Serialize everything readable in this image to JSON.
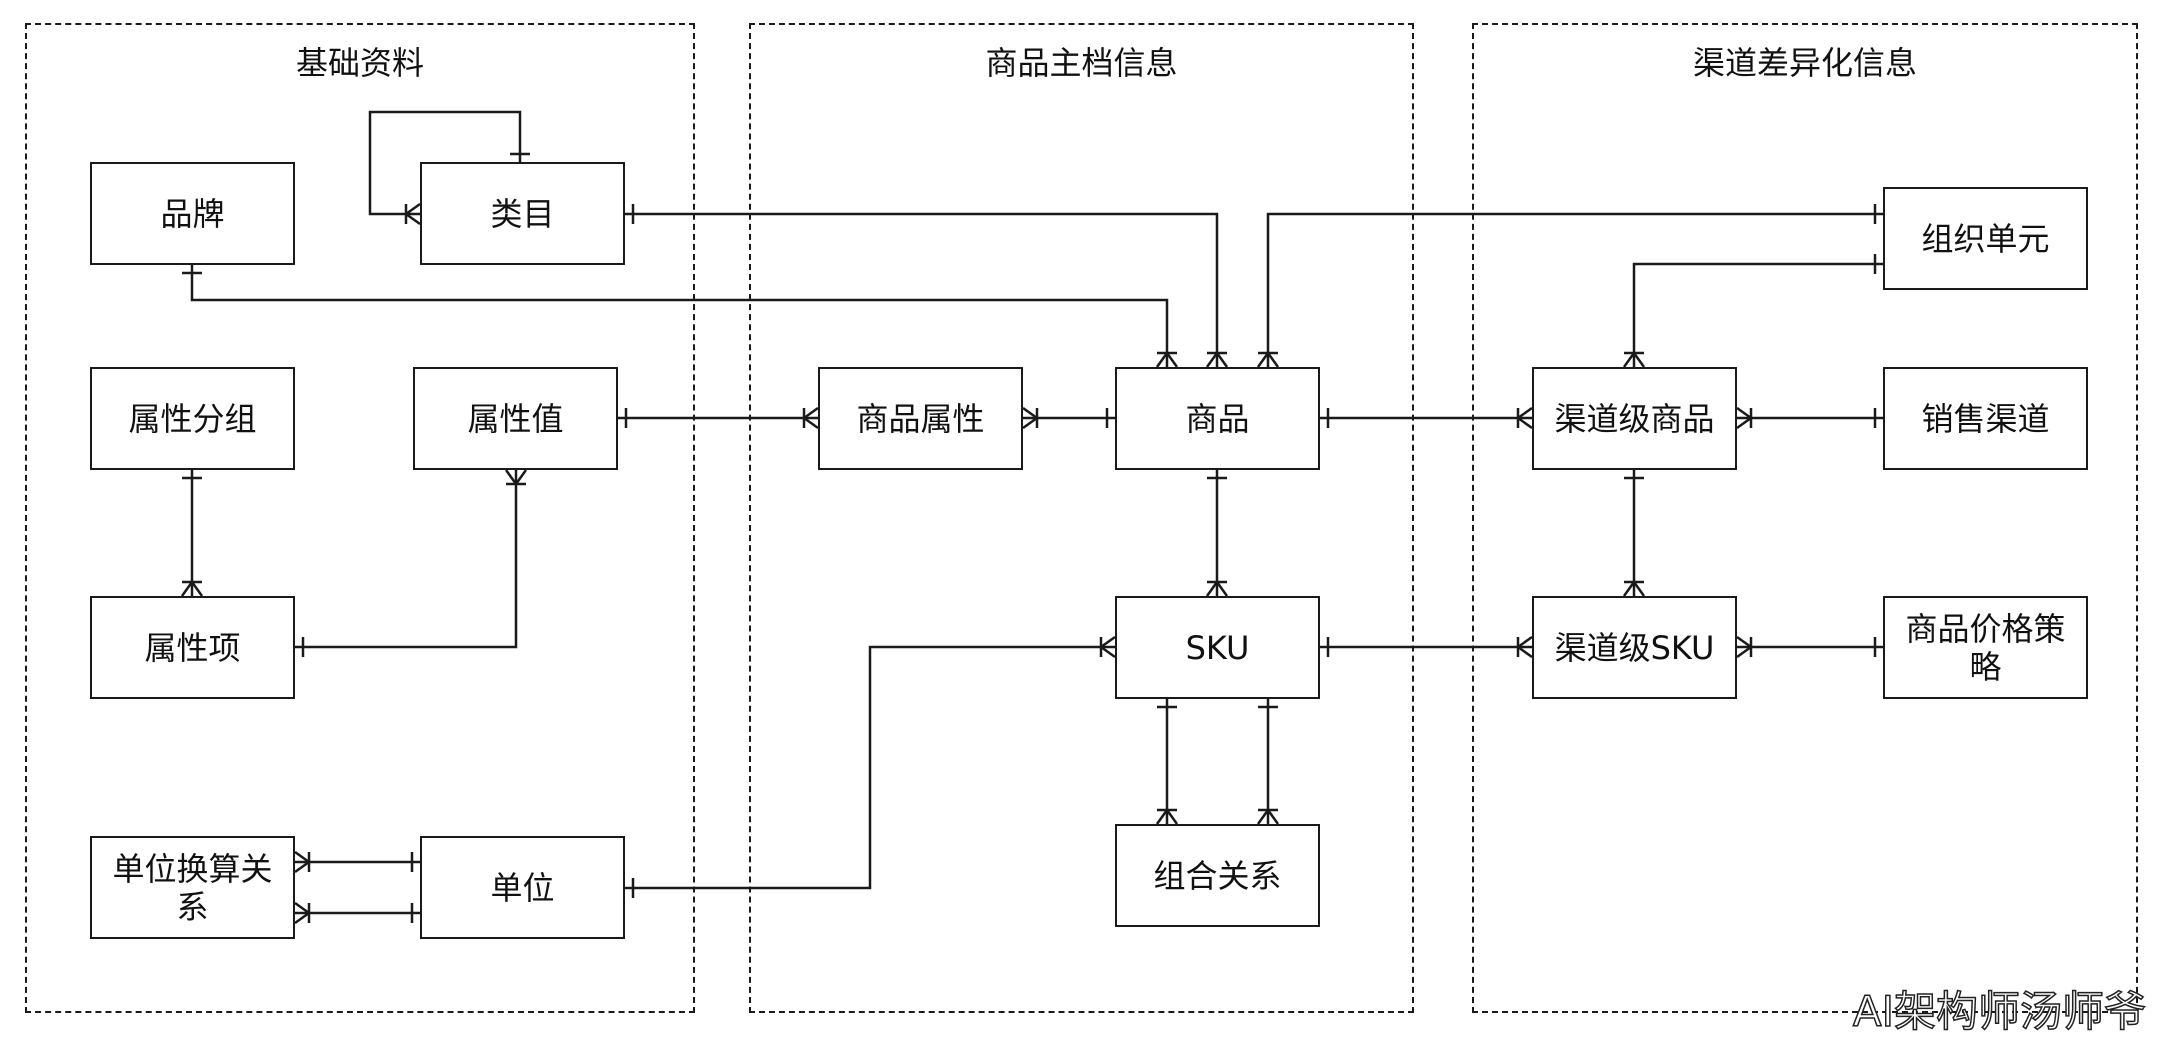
{
  "groups": {
    "basic": {
      "title": "基础资料"
    },
    "master": {
      "title": "商品主档信息"
    },
    "channel": {
      "title": "渠道差异化信息"
    }
  },
  "entities": {
    "brand": "品牌",
    "category": "类目",
    "attr_group": "属性分组",
    "attr_value": "属性值",
    "attr_item": "属性项",
    "unit_conv": "单位换算关系",
    "unit": "单位",
    "product_attr": "商品属性",
    "product": "商品",
    "sku": "SKU",
    "combo": "组合关系",
    "org_unit": "组织单元",
    "channel_product": "渠道级商品",
    "sales_channel": "销售渠道",
    "channel_sku": "渠道级SKU",
    "price_strategy": "商品价格策略"
  },
  "relations": [
    {
      "from": "category",
      "to": "category",
      "from_end": "one",
      "to_end": "many"
    },
    {
      "from": "category",
      "to": "product",
      "from_end": "one",
      "to_end": "many"
    },
    {
      "from": "brand",
      "to": "product",
      "from_end": "one",
      "to_end": "many"
    },
    {
      "from": "org_unit",
      "to": "product",
      "from_end": "one",
      "to_end": "many"
    },
    {
      "from": "org_unit",
      "to": "channel_product",
      "from_end": "one",
      "to_end": "many"
    },
    {
      "from": "attr_value",
      "to": "product_attr",
      "from_end": "one",
      "to_end": "many"
    },
    {
      "from": "product",
      "to": "product_attr",
      "from_end": "one",
      "to_end": "many"
    },
    {
      "from": "product",
      "to": "channel_product",
      "from_end": "one",
      "to_end": "many"
    },
    {
      "from": "sales_channel",
      "to": "channel_product",
      "from_end": "one",
      "to_end": "many"
    },
    {
      "from": "attr_group",
      "to": "attr_item",
      "from_end": "one",
      "to_end": "many"
    },
    {
      "from": "attr_item",
      "to": "attr_value",
      "from_end": "one",
      "to_end": "many"
    },
    {
      "from": "product",
      "to": "sku",
      "from_end": "one",
      "to_end": "many"
    },
    {
      "from": "channel_product",
      "to": "channel_sku",
      "from_end": "one",
      "to_end": "many"
    },
    {
      "from": "unit",
      "to": "sku",
      "from_end": "one",
      "to_end": "many"
    },
    {
      "from": "sku",
      "to": "channel_sku",
      "from_end": "one",
      "to_end": "many"
    },
    {
      "from": "price_strategy",
      "to": "channel_sku",
      "from_end": "one",
      "to_end": "many"
    },
    {
      "from": "sku",
      "to": "combo",
      "from_end": "one",
      "to_end": "many"
    },
    {
      "from": "sku",
      "to": "combo",
      "from_end": "one",
      "to_end": "many"
    },
    {
      "from": "unit",
      "to": "unit_conv",
      "from_end": "one",
      "to_end": "many"
    },
    {
      "from": "unit",
      "to": "unit_conv",
      "from_end": "one",
      "to_end": "many"
    }
  ],
  "watermark": "AI架构师汤师爷"
}
